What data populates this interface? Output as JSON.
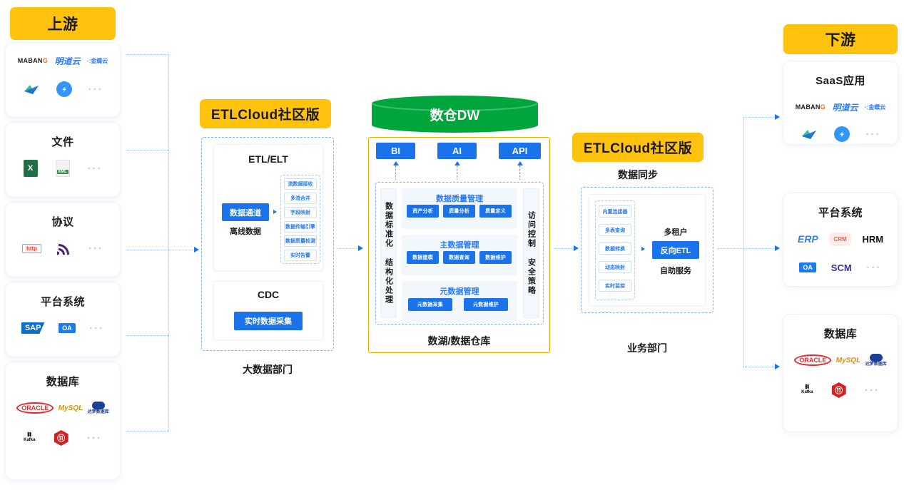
{
  "upstream": {
    "badge": "上游",
    "cards": [
      {
        "title": "",
        "logos": [
          "MABANG",
          "明道云",
          "金蝶云",
          "飞书",
          "钉钉",
          "..."
        ]
      },
      {
        "title": "文件",
        "logos": [
          "Excel",
          "XML",
          "..."
        ]
      },
      {
        "title": "协议",
        "logos": [
          "http",
          "RSS",
          "..."
        ]
      },
      {
        "title": "平台系统",
        "logos": [
          "SAP",
          "OA",
          "..."
        ]
      },
      {
        "title": "数据库",
        "logos": [
          "ORACLE",
          "MySQL",
          "达梦数据库",
          "Kafka",
          "Redis",
          "..."
        ]
      }
    ]
  },
  "etl_left": {
    "badge": "ETLCloud社区版",
    "panel_title": "ETL/ELT",
    "main_button": "数据通道",
    "main_caption": "离线数据",
    "features": [
      "流数据接收",
      "多流合并",
      "字段映射",
      "数据传输引擎",
      "数据质量检测",
      "实时告警"
    ],
    "cdc_title": "CDC",
    "cdc_button": "实时数据采集",
    "footer": "大数据部门"
  },
  "warehouse": {
    "cylinder_label": "数仓DW",
    "outputs": [
      "BI",
      "AI",
      "API"
    ],
    "left_rail": "数据标准化 结构化处理",
    "right_rail": "访问控制 安全策略",
    "groups": [
      {
        "title": "数据质量管理",
        "items": [
          "资产分析",
          "质量分析",
          "质量定义"
        ]
      },
      {
        "title": "主数据管理",
        "items": [
          "数据建模",
          "数据查询",
          "数据维护"
        ]
      },
      {
        "title": "元数据管理",
        "items": [
          "元数据采集",
          "元数据维护"
        ]
      }
    ],
    "footer": "数湖/数据仓库"
  },
  "etl_right": {
    "badge": "ETLCloud社区版",
    "subtitle": "数据同步",
    "features": [
      "内置连接器",
      "多表查询",
      "数据转换",
      "动态映射",
      "实时监控"
    ],
    "top_caption": "多租户",
    "main_button": "反向ETL",
    "bottom_caption": "自助服务",
    "footer": "业务部门"
  },
  "downstream": {
    "badge": "下游",
    "cards": [
      {
        "title": "SaaS应用",
        "logos": [
          "MABANG",
          "明道云",
          "金蝶云",
          "飞书",
          "钉钉",
          "..."
        ]
      },
      {
        "title": "平台系统",
        "logos": [
          "ERP",
          "CRM",
          "HRM",
          "OA",
          "SCM",
          "..."
        ]
      },
      {
        "title": "数据库",
        "logos": [
          "ORACLE",
          "MySQL",
          "达梦数据库",
          "Kafka",
          "Redis",
          "..."
        ]
      }
    ]
  },
  "colors": {
    "accent_yellow": "#FFC20E",
    "accent_blue": "#1A73EA",
    "accent_green": "#00A63C",
    "line_blue": "#9CC6F7",
    "frame_gold": "#F0A500"
  }
}
